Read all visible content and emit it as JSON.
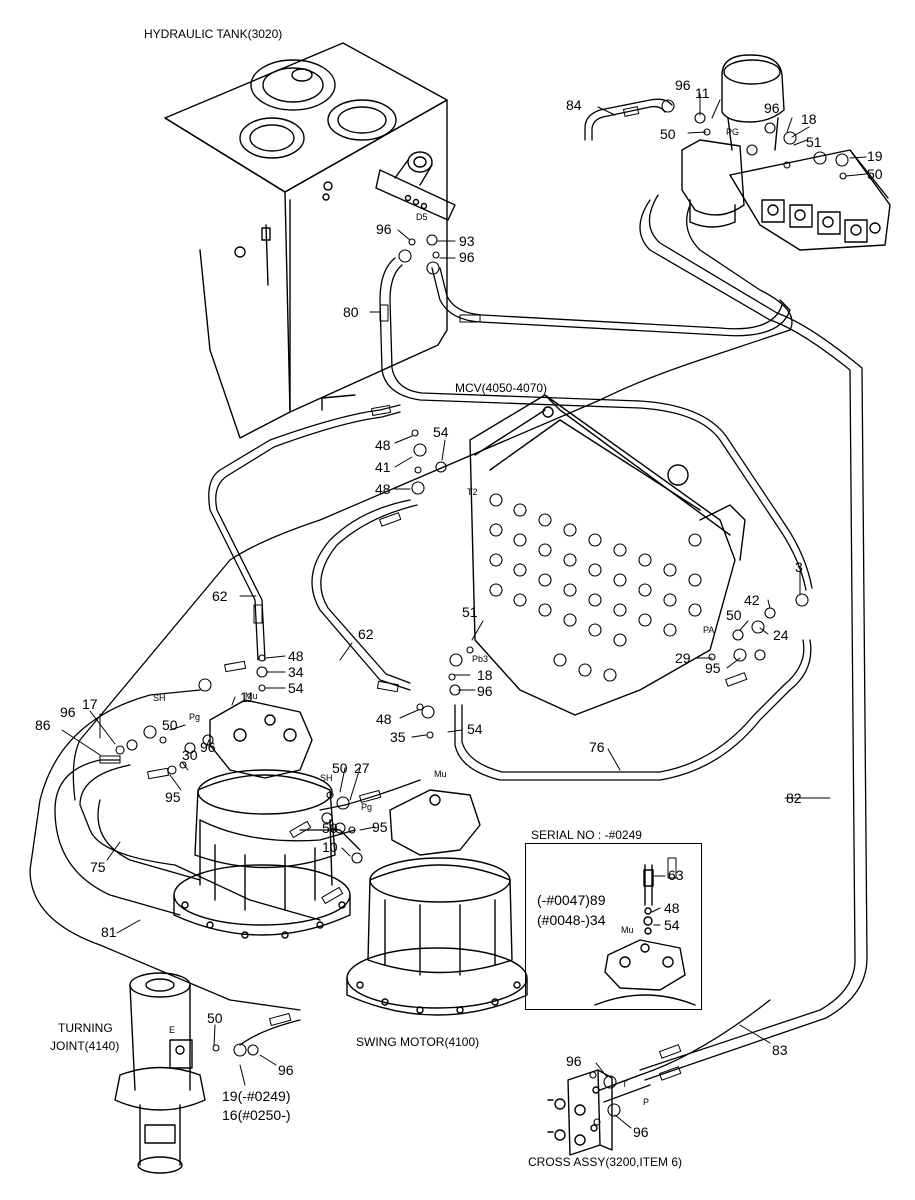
{
  "titles": {
    "hydraulic_tank": "HYDRAULIC TANK(3020)",
    "mcv": "MCV(4050-4070)",
    "swing_motor": "SWING MOTOR(4100)",
    "turning_joint_1": "TURNING",
    "turning_joint_2": "JOINT(4140)",
    "cross_assy": "CROSS ASSY(3200,ITEM 6)",
    "serial": "SERIAL NO : -#0249"
  },
  "port_labels": {
    "d5": "D5",
    "pg": "PG",
    "t2": "T2",
    "pa": "PA",
    "pb3": "Pb3",
    "sh1": "SH",
    "pg2": "Pg",
    "mu1": "Mu",
    "sh2": "SH",
    "pg3": "Pg",
    "mu2": "Mu",
    "mu3": "Mu",
    "e": "E",
    "t": "T",
    "p": "P"
  },
  "callouts": {
    "c84": "84",
    "c96a": "96",
    "c11a": "11",
    "c96b": "96",
    "c18a": "18",
    "c50a": "50",
    "c51a": "51",
    "c19a": "19",
    "c50b": "50",
    "c96c": "96",
    "c93": "93",
    "c96d": "96",
    "c80": "80",
    "c48a": "48",
    "c54a": "54",
    "c41": "41",
    "c48b": "48",
    "c62a": "62",
    "c62b": "62",
    "c3": "3",
    "c42": "42",
    "c50c": "50",
    "c24": "24",
    "c51b": "51",
    "c29": "29",
    "c95a": "95",
    "c18b": "18",
    "c96e": "96",
    "c48c": "48",
    "c34a": "34",
    "c54b": "54",
    "c11b": "11",
    "c48d": "48",
    "c35": "35",
    "c54c": "54",
    "c76": "76",
    "c17": "17",
    "c96f": "96",
    "c86": "86",
    "c50d": "50",
    "c30": "30",
    "c96g": "96",
    "c95b": "95",
    "c50e": "50",
    "c27": "27",
    "c50f": "50",
    "c95c": "95",
    "c10": "10",
    "c75": "75",
    "c82": "82",
    "c81": "81",
    "c63": "63",
    "c89": "(-#0047)89",
    "c48e": "48",
    "c34b": "(#0048-)34",
    "c54d": "54",
    "c50g": "50",
    "c96h": "96",
    "c19b": "19(-#0249)",
    "c16": "16(#0250-)",
    "c83": "83",
    "c96i": "96",
    "c96j": "96"
  }
}
